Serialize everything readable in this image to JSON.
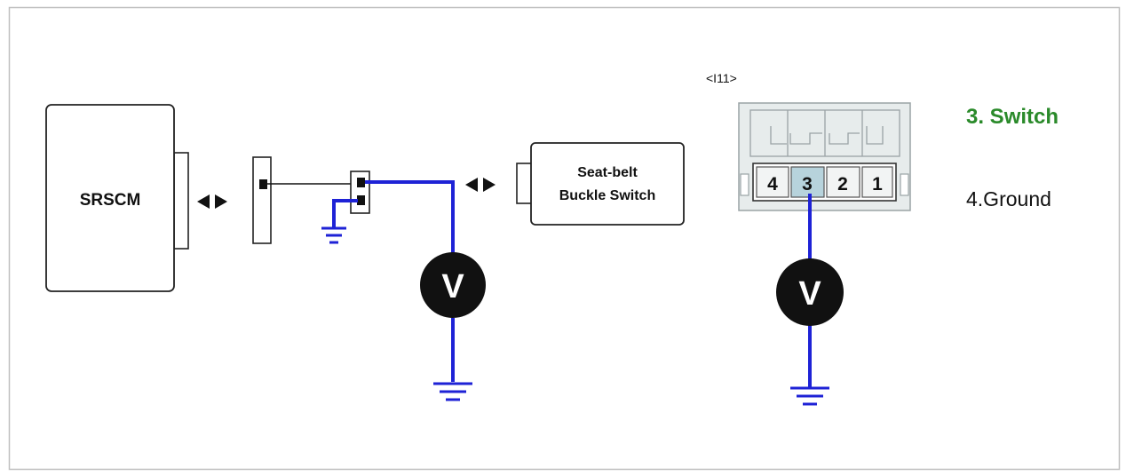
{
  "colors": {
    "wire": "#1e22d6",
    "box_stroke": "#222222",
    "connector_fill": "#e7ecec",
    "pin_highlight": "#b7d3dc",
    "accent_green": "#2a8a2a",
    "frame": "#bfbfbf"
  },
  "left_diagram": {
    "module_label": "SRSCM",
    "switch_label_line1": "Seat-belt",
    "switch_label_line2": "Buckle Switch",
    "meter_symbol": "V"
  },
  "right_diagram": {
    "connector_id": "<I11>",
    "pins": [
      "4",
      "3",
      "2",
      "1"
    ],
    "highlighted_pin": "3",
    "meter_symbol": "V"
  },
  "legend": {
    "switch_label": "3. Switch",
    "ground_label": "4.Ground"
  },
  "icons": {
    "arrows": "double-arrow-icon",
    "ground": "ground-icon",
    "meter": "voltmeter-icon"
  }
}
